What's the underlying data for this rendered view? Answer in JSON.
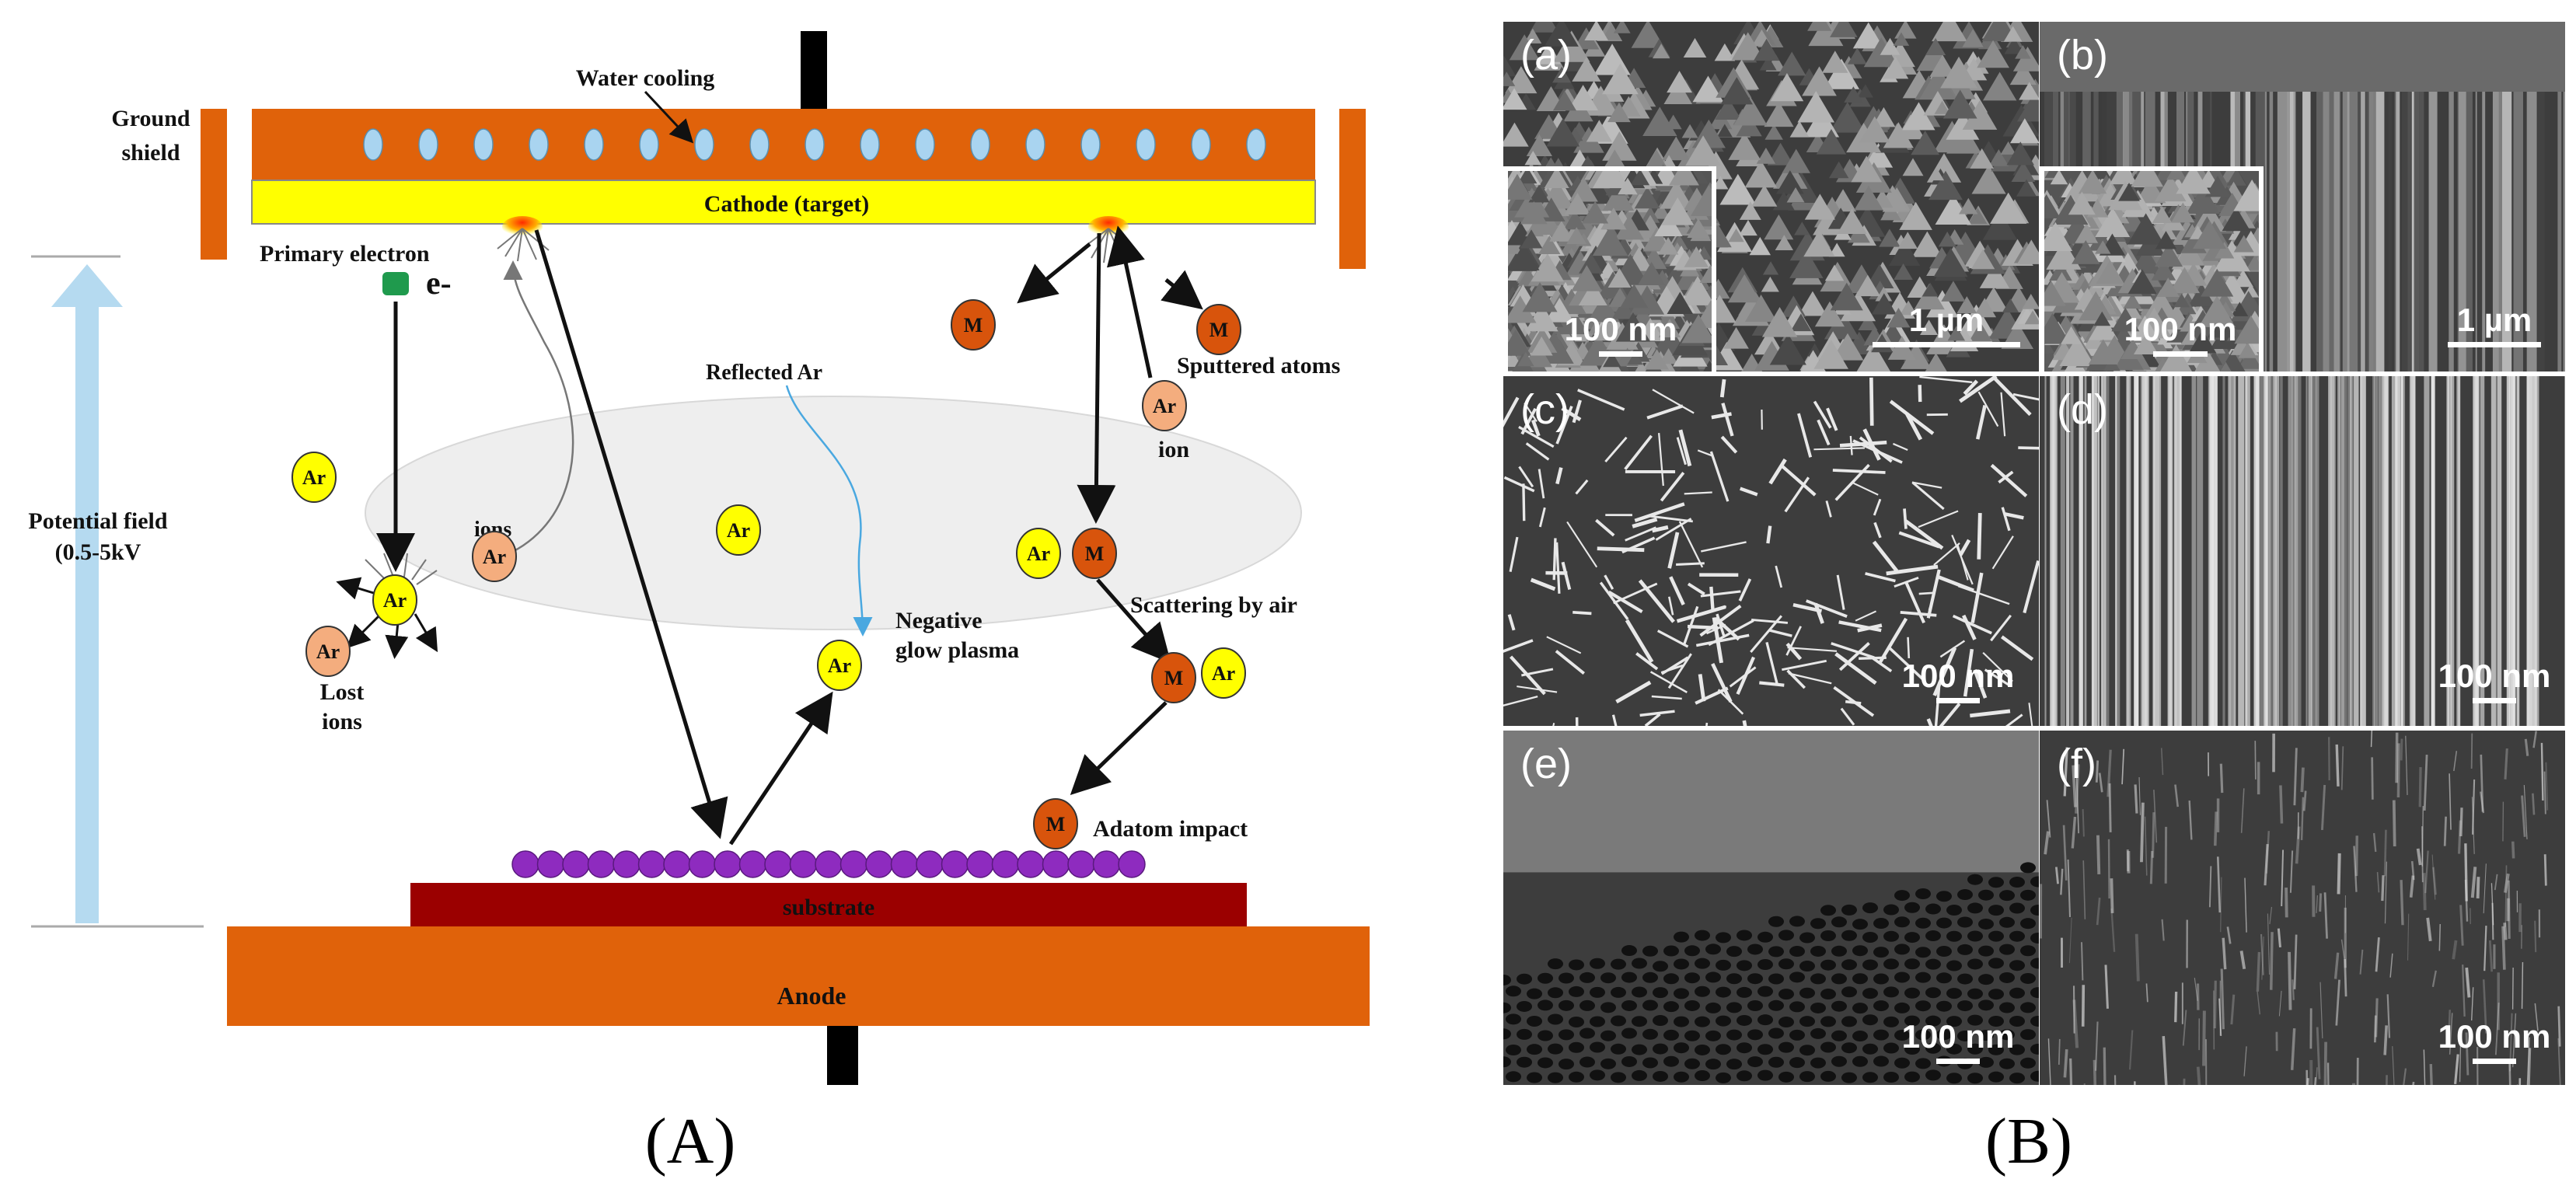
{
  "panel_a": {
    "caption": "(A)",
    "labels": {
      "water_cooling": "Water cooling",
      "ground_shield_1": "Ground",
      "ground_shield_2": "shield",
      "cathode": "Cathode (target)",
      "primary_electron": "Primary electron",
      "electron": "e-",
      "reflected_ar": "Reflected Ar",
      "sputtered_atoms": "Sputtered atoms",
      "ion": "ion",
      "ions": "ions",
      "potential_field_1": "Potential field",
      "potential_field_2": "(0.5-5kV",
      "scattering": "Scattering by air",
      "negative_glow_1": "Negative",
      "negative_glow_2": "glow plasma",
      "lost_ions_1": "Lost",
      "lost_ions_2": "ions",
      "adatom": "Adatom impact",
      "substrate": "substrate",
      "anode": "Anode",
      "ar": "Ar",
      "m": "M"
    },
    "colors": {
      "target_frame": "#e0620a",
      "cathode": "#ffff00",
      "substrate": "#9b0000",
      "film_atoms": "#8e2bbf",
      "ar_atom": "#ffff00",
      "ar_ion": "#f4ad7e",
      "metal_atom": "#d8540c",
      "cooling_holes": "#a9d4f0",
      "plasma": "#eeeeee"
    }
  },
  "panel_b": {
    "caption": "(B)",
    "images": [
      {
        "label": "(a)",
        "scale": "1 µm",
        "inset_scale": "100 nm"
      },
      {
        "label": "(b)",
        "scale": "1 µm",
        "inset_scale": "100 nm"
      },
      {
        "label": "(c)",
        "scale": "100 nm"
      },
      {
        "label": "(d)",
        "scale": "100 nm"
      },
      {
        "label": "(e)",
        "scale": "100 nm"
      },
      {
        "label": "(f)",
        "scale": "100 nm"
      }
    ]
  }
}
